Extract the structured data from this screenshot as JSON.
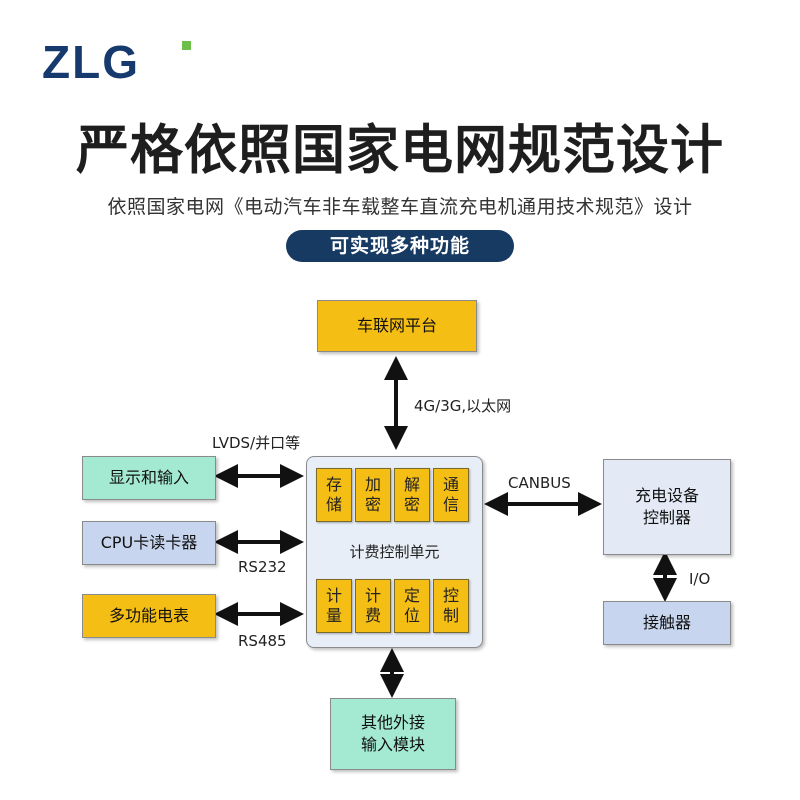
{
  "logo": {
    "text": "ZLG"
  },
  "headline": "严格依照国家电网规范设计",
  "subline": "依照国家电网《电动汽车非车载整车直流充电机通用技术规范》设计",
  "pill": "可实现多种功能",
  "nodes": {
    "platform": "车联网平台",
    "display": "显示和输入",
    "cpu_card": "CPU卡读卡器",
    "meter": "多功能电表",
    "charger_line1": "充电设备",
    "charger_line2": "控制器",
    "contactor": "接触器",
    "external_line1": "其他外接",
    "external_line2": "输入模块"
  },
  "central": {
    "label": "计费控制单元",
    "top_modules": [
      {
        "l1": "存",
        "l2": "储"
      },
      {
        "l1": "加",
        "l2": "密"
      },
      {
        "l1": "解",
        "l2": "密"
      },
      {
        "l1": "通",
        "l2": "信"
      }
    ],
    "bottom_modules": [
      {
        "l1": "计",
        "l2": "量"
      },
      {
        "l1": "计",
        "l2": "费"
      },
      {
        "l1": "定",
        "l2": "位"
      },
      {
        "l1": "控",
        "l2": "制"
      }
    ]
  },
  "links": {
    "net": "4G/3G,以太网",
    "lvds": "LVDS/并口等",
    "rs232": "RS232",
    "rs485": "RS485",
    "canbus": "CANBUS",
    "io": "I/O"
  },
  "colors": {
    "brand_blue": "#173a6e",
    "brand_green": "#6cc04a",
    "yellow": "#f5be14",
    "mint": "#a4ead2",
    "blue": "#c7d6ee"
  }
}
